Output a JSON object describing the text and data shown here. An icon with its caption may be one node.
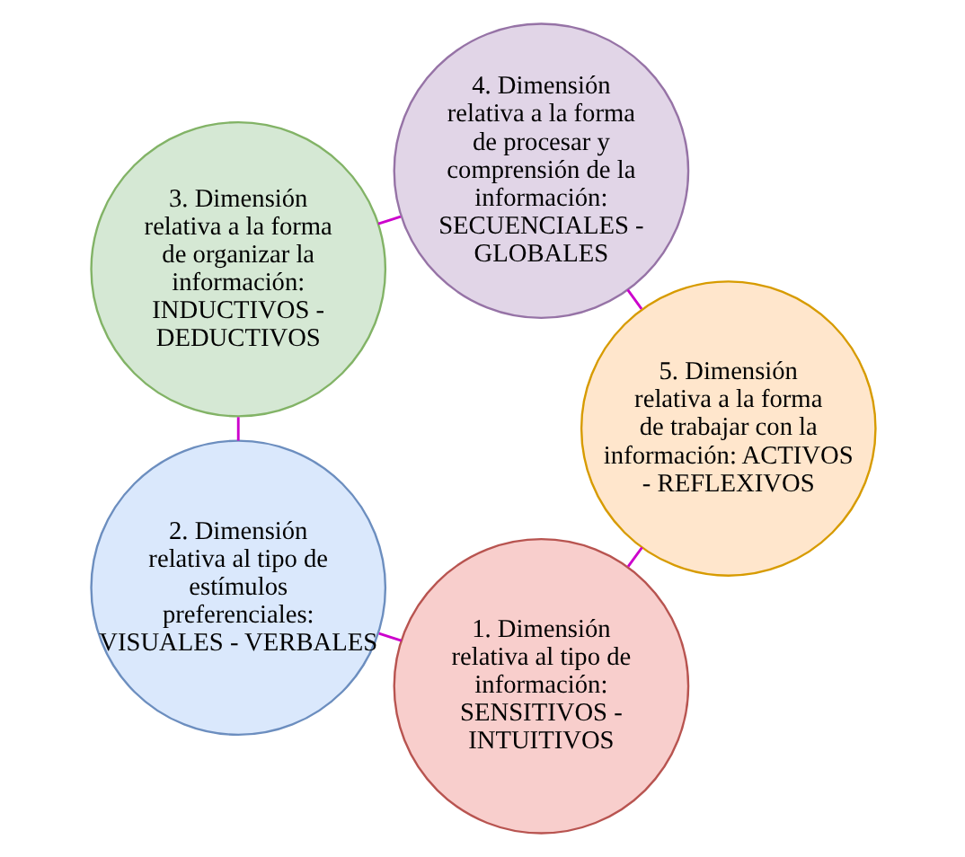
{
  "diagram": {
    "nodes": [
      {
        "text": [
          "1. Dimensión relativa al tipo de información: SENSITIVOS - INTUITIVOS"
        ]
      },
      {
        "text": [
          "2. Dimensión relativa al tipo de estímulos preferenciales: VISUALES - VERBALES"
        ]
      },
      {
        "text": [
          "3. Dimensión relativa a la forma de organizar la información: INDUCTIVOS - DEDUCTIVOS"
        ]
      },
      {
        "text": [
          "4. Dimensión relativa a la forma de procesar y comprensión de la información: SECUENCIALES - GLOBALES"
        ]
      },
      {
        "text": [
          "5. Dimensión relativa a la forma de trabajar con la información: ACTIVOS - REFLEXIVOS"
        ]
      }
    ],
    "edges": [
      {
        "from": 0,
        "to": 1,
        "arrow": "none"
      },
      {
        "from": 1,
        "to": 2,
        "arrow": "none"
      },
      {
        "from": 2,
        "to": 3,
        "arrow": "none"
      },
      {
        "from": 3,
        "to": 4,
        "arrow": "none"
      },
      {
        "from": 4,
        "to": 0,
        "arrow": "none"
      }
    ]
  }
}
